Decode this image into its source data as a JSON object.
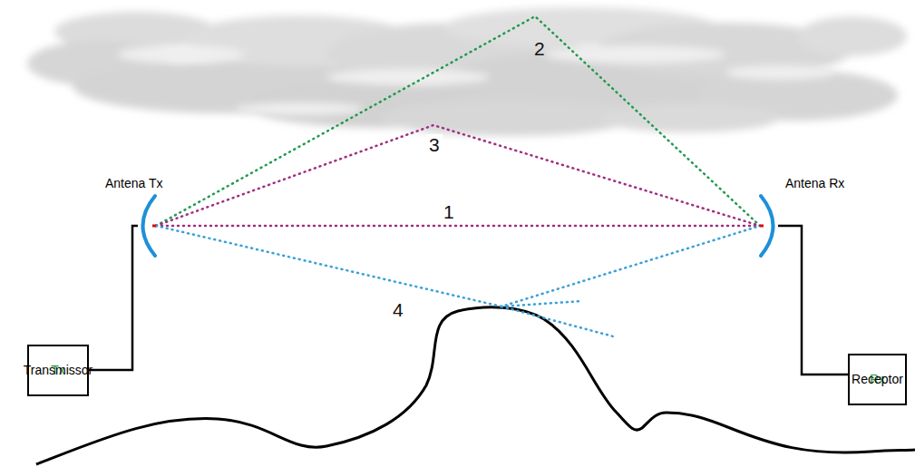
{
  "diagram": {
    "nodes": [
      {
        "text": [
          "Antena Tx"
        ]
      },
      {
        "text": [
          "Antena Rx"
        ]
      },
      {
        "text": [
          "Tx",
          "Transmissor"
        ]
      },
      {
        "text": [
          "Rx",
          "Receptor"
        ]
      }
    ],
    "edges": [
      {
        "from": 0,
        "to": 1,
        "arrow": "none",
        "label": "1"
      },
      {
        "from": 0,
        "to": 1,
        "arrow": "none",
        "label": "2"
      },
      {
        "from": 0,
        "to": 1,
        "arrow": "none",
        "label": "3"
      },
      {
        "from": 0,
        "to": 1,
        "arrow": "none",
        "label": "4"
      },
      {
        "from": 2,
        "to": 0,
        "arrow": "none"
      },
      {
        "from": 1,
        "to": 3,
        "arrow": "none"
      }
    ]
  }
}
